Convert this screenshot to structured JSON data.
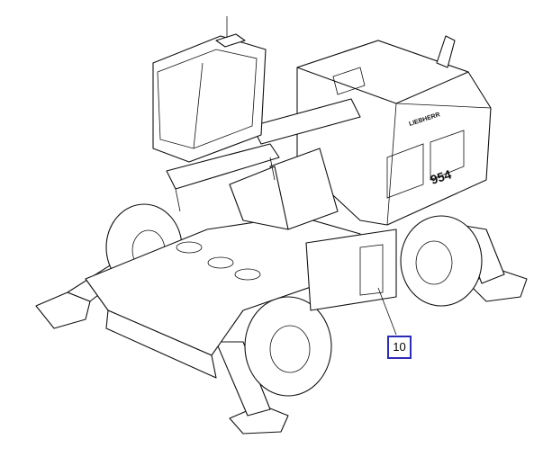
{
  "diagram": {
    "callouts": [
      {
        "label": "10"
      }
    ],
    "machine_markings": {
      "model_number": "954",
      "brand_logo": "LIEBHERR"
    },
    "colors": {
      "callout_border": "#2b2bb8",
      "line": "#111111"
    }
  }
}
